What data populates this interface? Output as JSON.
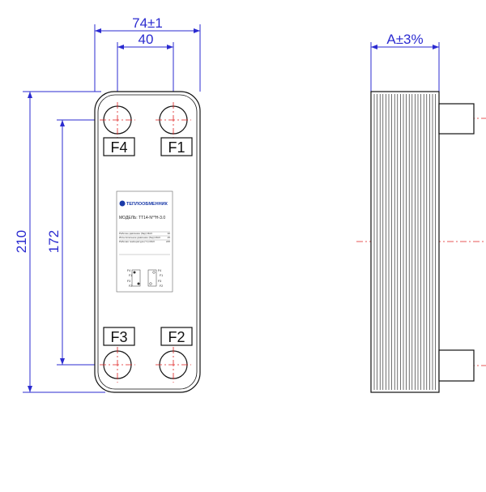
{
  "dimensions": {
    "width": "74±1",
    "port_spacing_h": "40",
    "height": "210",
    "port_spacing_v": "172",
    "thickness": "A±3%"
  },
  "ports": {
    "f4": "F4",
    "f1": "F1",
    "f3": "F3",
    "f2": "F2"
  },
  "nameplate": {
    "brand": "ТЕПЛООБМЕННИК",
    "model": "МОДЕЛЬ: ТТ14-N°*Н-3.0",
    "rows": [
      {
        "label": "Рабочее давление (бар) MAX",
        "value": "30"
      },
      {
        "label": "Испытательное давление (бар) MAX",
        "value": "45"
      },
      {
        "label": "Рабочая температура (°C) MAX",
        "value": "225"
      }
    ],
    "scheme_labels": [
      "F4",
      "F1",
      "F3",
      "F2",
      "F4",
      "F1",
      "F3",
      "F2"
    ]
  },
  "colors": {
    "dimension": "#2b2bd0",
    "centerline": "#e02020",
    "outline": "#111111"
  }
}
